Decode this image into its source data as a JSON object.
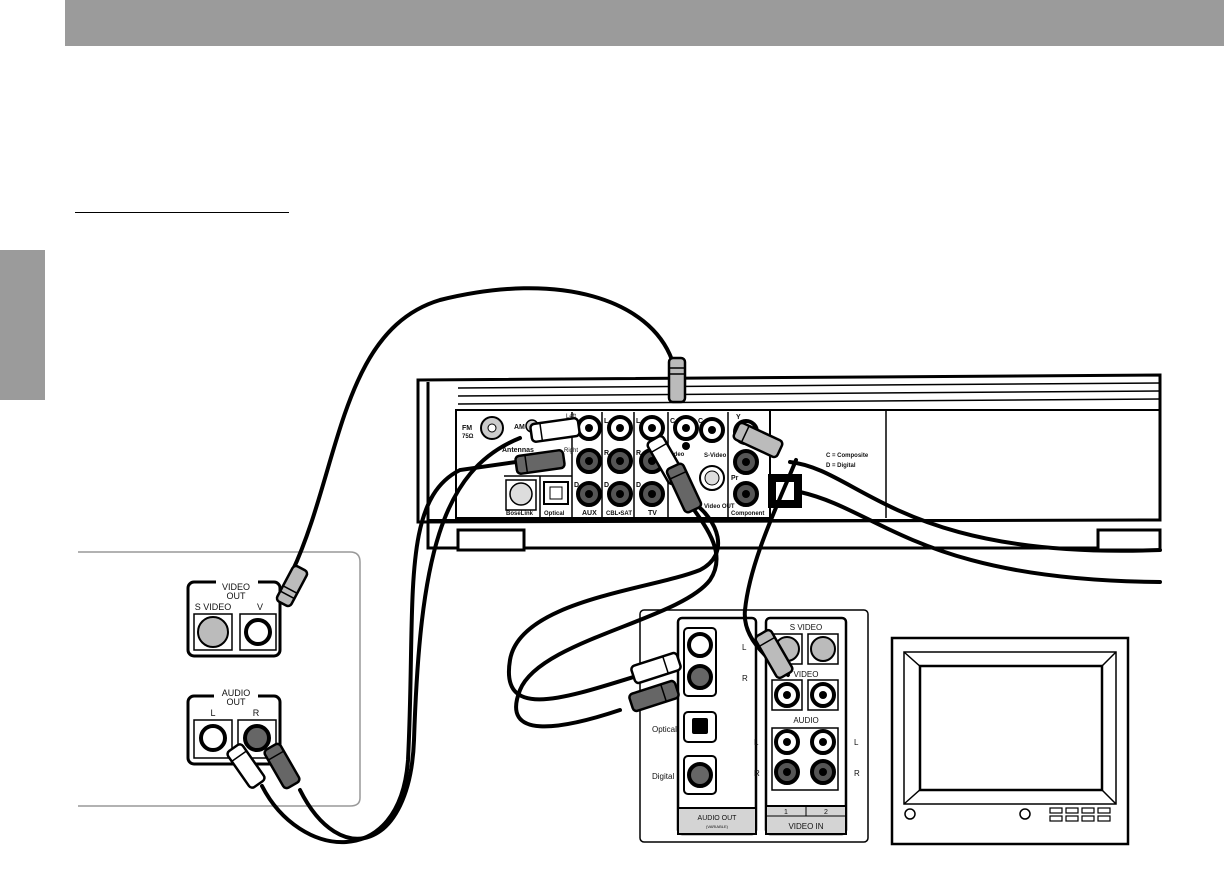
{
  "header": {
    "bar_color": "#9b9b9b"
  },
  "side_tab": {
    "color": "#9b9b9b"
  },
  "console": {
    "fm_label": "FM",
    "fm_ohm": "75Ω",
    "am_label": "AM",
    "antennas_label": "Antennas",
    "left_label": "Left",
    "right_label": "Right",
    "bose_link": "BoseLink",
    "optical": "Optical",
    "aux": "AUX",
    "cbl_sat": "CBL•SAT",
    "tv": "TV",
    "svideo": "S-Video",
    "video_out": "Video OUT",
    "video_short": "ideo",
    "component": "Component",
    "pr": "Pr",
    "y": "Y",
    "l": "L",
    "r": "R",
    "d": "D",
    "c": "C",
    "legend_composite": "C = Composite",
    "legend_digital": "D = Digital"
  },
  "source_device": {
    "video_out_line1": "VIDEO",
    "video_out_line2": "OUT",
    "svideo": "S VIDEO",
    "v": "V",
    "audio_out_line1": "AUDIO",
    "audio_out_line2": "OUT",
    "l": "L",
    "r": "R"
  },
  "tv_panel": {
    "l": "L",
    "r": "R",
    "optical": "Optical",
    "digital": "Digital",
    "audio_out": "AUDIO OUT",
    "audio_out_sub": "(VARIABLE)",
    "svideo": "S VIDEO",
    "video": "VIDEO",
    "audio": "AUDIO",
    "in1": "1",
    "in2": "2",
    "video_in": "VIDEO IN"
  }
}
